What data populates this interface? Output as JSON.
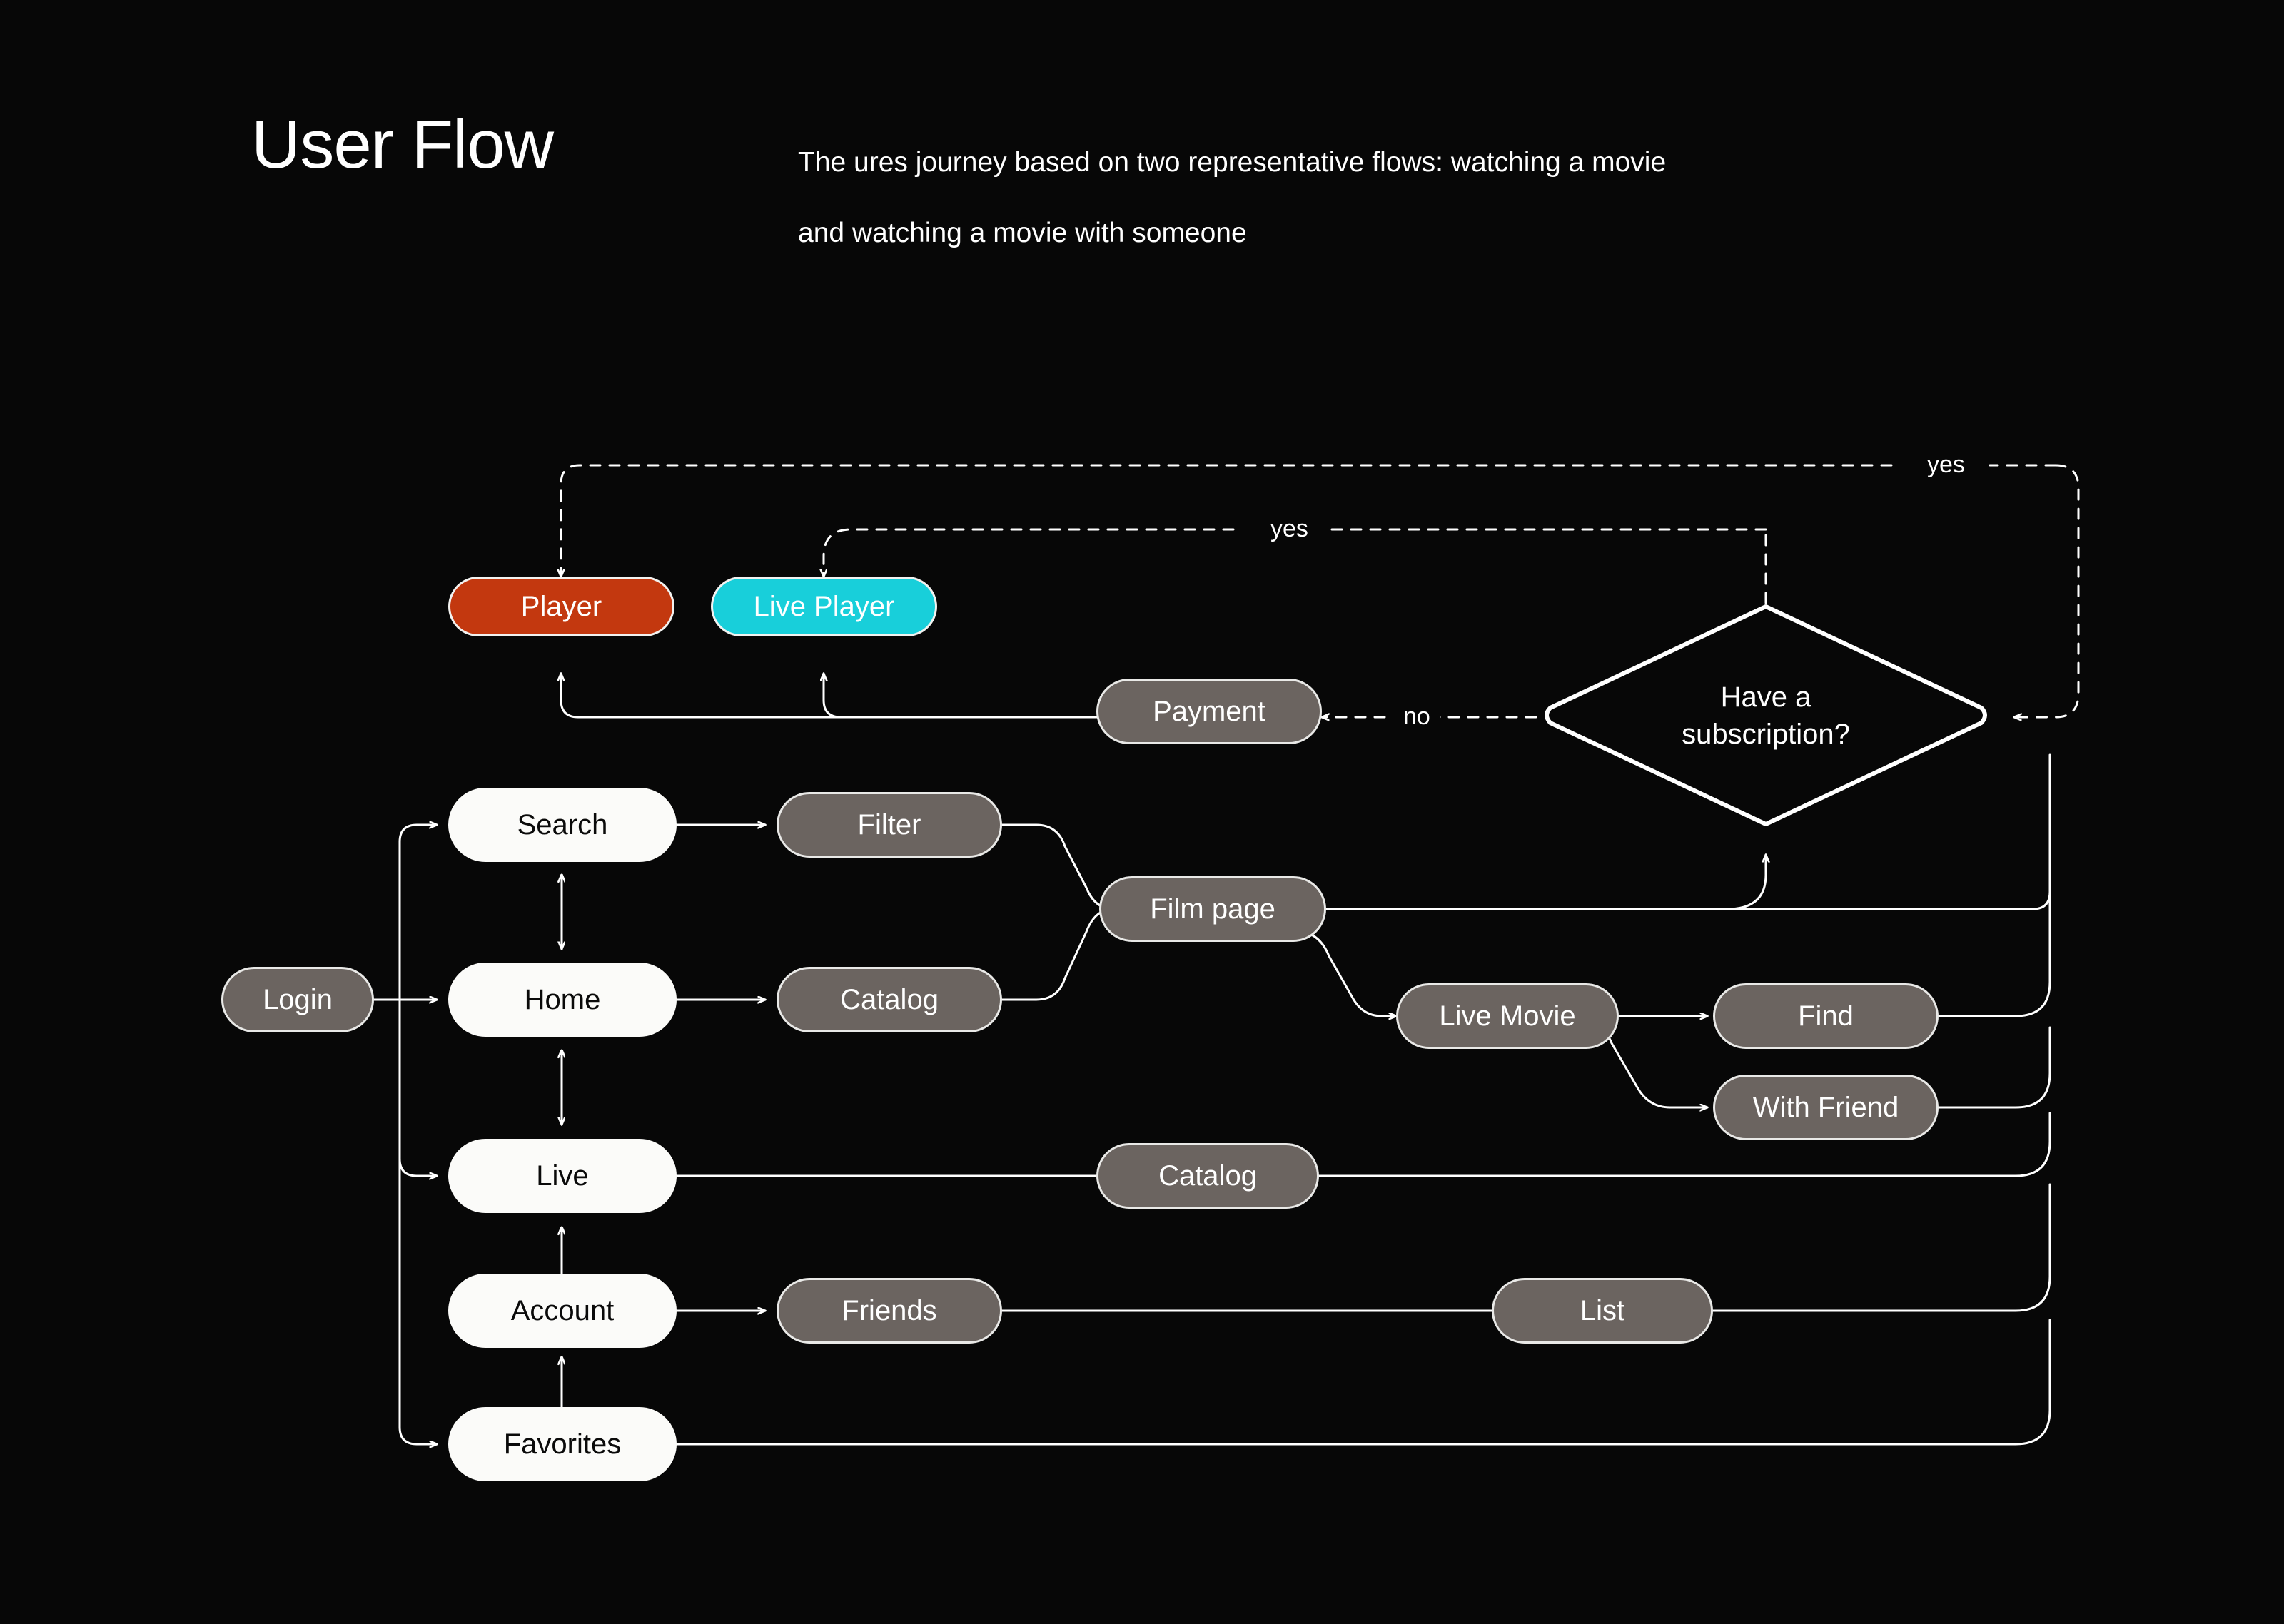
{
  "header": {
    "title": "User Flow",
    "subtitle_line1": "The ures journey based on two representative flows: watching a movie",
    "subtitle_line2": "and watching a movie with someone"
  },
  "colors": {
    "background": "#070707",
    "stroke": "#ffffff",
    "node_white_fill": "#fbfbf9",
    "node_gray_fill": "#6b6460",
    "node_orange_fill": "#c3380f",
    "node_cyan_fill": "#18cfda",
    "text_on_dark": "#ffffff",
    "text_on_light": "#0a0a0a"
  },
  "diagram": {
    "type": "flowchart",
    "nodes": [
      {
        "id": "player",
        "label": "Player",
        "shape": "pill",
        "style": "orange"
      },
      {
        "id": "live-player",
        "label": "Live Player",
        "shape": "pill",
        "style": "cyan"
      },
      {
        "id": "payment",
        "label": "Payment",
        "shape": "pill",
        "style": "gray"
      },
      {
        "id": "decision",
        "label": "Have a\nsubscription?",
        "shape": "diamond",
        "style": "outline"
      },
      {
        "id": "login",
        "label": "Login",
        "shape": "pill",
        "style": "gray"
      },
      {
        "id": "search",
        "label": "Search",
        "shape": "pill",
        "style": "white"
      },
      {
        "id": "filter",
        "label": "Filter",
        "shape": "pill",
        "style": "gray"
      },
      {
        "id": "film-page",
        "label": "Film page",
        "shape": "pill",
        "style": "gray"
      },
      {
        "id": "home",
        "label": "Home",
        "shape": "pill",
        "style": "white"
      },
      {
        "id": "catalog-1",
        "label": "Catalog",
        "shape": "pill",
        "style": "gray"
      },
      {
        "id": "live-movie",
        "label": "Live Movie",
        "shape": "pill",
        "style": "gray"
      },
      {
        "id": "find",
        "label": "Find",
        "shape": "pill",
        "style": "gray"
      },
      {
        "id": "with-friend",
        "label": "With Friend",
        "shape": "pill",
        "style": "gray"
      },
      {
        "id": "live",
        "label": "Live",
        "shape": "pill",
        "style": "white"
      },
      {
        "id": "catalog-2",
        "label": "Catalog",
        "shape": "pill",
        "style": "gray"
      },
      {
        "id": "account",
        "label": "Account",
        "shape": "pill",
        "style": "white"
      },
      {
        "id": "friends",
        "label": "Friends",
        "shape": "pill",
        "style": "gray"
      },
      {
        "id": "list",
        "label": "List",
        "shape": "pill",
        "style": "gray"
      },
      {
        "id": "favorites",
        "label": "Favorites",
        "shape": "pill",
        "style": "white"
      }
    ],
    "edge_labels": [
      {
        "id": "yes-top",
        "text": "yes"
      },
      {
        "id": "yes-middle",
        "text": "yes"
      },
      {
        "id": "no",
        "text": "no"
      }
    ],
    "edges": [
      {
        "from": "login",
        "to": "search",
        "style": "solid",
        "arrow": "single"
      },
      {
        "from": "login",
        "to": "home",
        "style": "solid",
        "arrow": "single"
      },
      {
        "from": "login",
        "to": "live",
        "style": "solid",
        "arrow": "single"
      },
      {
        "from": "login",
        "to": "favorites",
        "style": "solid",
        "arrow": "single"
      },
      {
        "from": "search",
        "to": "home",
        "style": "solid",
        "arrow": "double"
      },
      {
        "from": "home",
        "to": "live",
        "style": "solid",
        "arrow": "double"
      },
      {
        "from": "live",
        "to": "account",
        "style": "solid",
        "arrow": "double"
      },
      {
        "from": "account",
        "to": "favorites",
        "style": "solid",
        "arrow": "double"
      },
      {
        "from": "search",
        "to": "filter",
        "style": "solid",
        "arrow": "single"
      },
      {
        "from": "home",
        "to": "catalog-1",
        "style": "solid",
        "arrow": "single"
      },
      {
        "from": "filter",
        "to": "film-page",
        "style": "solid",
        "arrow": "single"
      },
      {
        "from": "catalog-1",
        "to": "film-page",
        "style": "solid",
        "arrow": "single"
      },
      {
        "from": "film-page",
        "to": "live-movie",
        "style": "solid",
        "arrow": "single"
      },
      {
        "from": "live-movie",
        "to": "find",
        "style": "solid",
        "arrow": "single"
      },
      {
        "from": "live-movie",
        "to": "with-friend",
        "style": "solid",
        "arrow": "single"
      },
      {
        "from": "live",
        "to": "catalog-2",
        "style": "solid",
        "arrow": "none"
      },
      {
        "from": "account",
        "to": "friends",
        "style": "solid",
        "arrow": "single"
      },
      {
        "from": "friends",
        "to": "list",
        "style": "solid",
        "arrow": "none"
      },
      {
        "from": "film-page",
        "to": "decision",
        "style": "solid",
        "arrow": "single",
        "note": "enters bottom vertex"
      },
      {
        "from": "find",
        "to": "decision",
        "style": "solid",
        "arrow": "single",
        "note": "via right bus"
      },
      {
        "from": "with-friend",
        "to": "decision",
        "style": "solid",
        "arrow": "single",
        "note": "via right bus"
      },
      {
        "from": "catalog-2",
        "to": "decision",
        "style": "solid",
        "arrow": "single",
        "note": "via right bus"
      },
      {
        "from": "list",
        "to": "decision",
        "style": "solid",
        "arrow": "single",
        "note": "via right bus"
      },
      {
        "from": "favorites",
        "to": "decision",
        "style": "solid",
        "arrow": "single",
        "note": "via right bus"
      },
      {
        "from": "decision",
        "to": "payment",
        "style": "dashed",
        "arrow": "single",
        "label": "no"
      },
      {
        "from": "payment",
        "to": "player",
        "style": "solid",
        "arrow": "single"
      },
      {
        "from": "payment",
        "to": "live-player",
        "style": "solid",
        "arrow": "single"
      },
      {
        "from": "decision",
        "to": "player",
        "style": "dashed",
        "arrow": "single",
        "label": "yes"
      },
      {
        "from": "decision",
        "to": "live-player",
        "style": "dashed",
        "arrow": "single",
        "label": "yes"
      }
    ]
  }
}
